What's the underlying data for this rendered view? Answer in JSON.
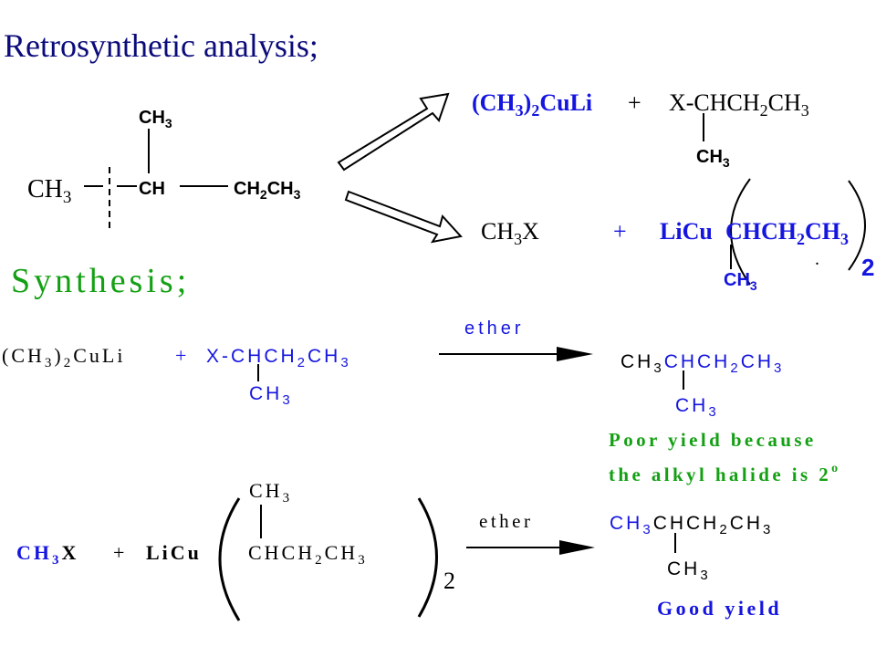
{
  "headings": {
    "retro": "Retrosynthetic analysis;",
    "synthesis": "Synthesis;"
  },
  "colors": {
    "heading_blue": "#0b0b7a",
    "reagent_blue": "#1515e0",
    "comment_green": "#14a014",
    "text_black": "#000000"
  },
  "retro": {
    "target": {
      "branch_ch3": "CH",
      "branch_ch3_sub": "3",
      "methyl": "CH",
      "methyl_sub": "3",
      "center": "CH",
      "ethyl_1": "CH",
      "ethyl_1_sub": "2",
      "ethyl_2": "CH",
      "ethyl_2_sub": "3"
    },
    "route_a": {
      "cuprate_open": "(CH",
      "cuprate_sub1": "3",
      "cuprate_mid": ")",
      "cuprate_sub2": "2",
      "cuprate_end": "CuLi",
      "plus": "+",
      "halide_a": "X-CHCH",
      "halide_sub1": "2",
      "halide_b": "CH",
      "halide_sub2": "3",
      "branch": "CH",
      "branch_sub": "3"
    },
    "route_b": {
      "methyl_halide": "CH",
      "methyl_halide_sub": "3",
      "methyl_halide_end": "X",
      "plus": "+",
      "licu": "LiCu",
      "chain_a": "CHCH",
      "chain_sub1": "2",
      "chain_b": "CH",
      "chain_sub2": "3",
      "branch": "CH",
      "branch_sub": "3",
      "dot": ".",
      "count": "2"
    }
  },
  "synthesis": {
    "reaction_1": {
      "cuprate_a": "(CH",
      "cuprate_sub1": "3",
      "cuprate_b": ")",
      "cuprate_sub2": "2",
      "cuprate_c": "CuLi",
      "plus": "+",
      "halide_a": "X-CHCH",
      "halide_sub1": "2",
      "halide_b": "CH",
      "halide_sub2": "3",
      "halide_branch": "CH",
      "halide_branch_sub": "3",
      "arrow_label": "ether",
      "product_a": "CH",
      "product_sub1": "3",
      "product_b": "CHCH",
      "product_sub2": "2",
      "product_c": "CH",
      "product_sub3": "3",
      "product_branch": "CH",
      "product_branch_sub": "3",
      "note_line1": "Poor yield because",
      "note_line2": "the alkyl halide is 2",
      "note_degree": "o"
    },
    "reaction_2": {
      "methyl_halide": "CH",
      "methyl_halide_sub": "3",
      "methyl_halide_end": "X",
      "plus": "+",
      "licu": "LiCu",
      "chain_a": "CHCH",
      "chain_sub1": "2",
      "chain_b": "CH",
      "chain_sub2": "3",
      "chain_branch": "CH",
      "chain_branch_sub": "3",
      "count": "2",
      "arrow_label": "ether",
      "product_a": "CH",
      "product_sub1": "3",
      "product_b": "CHCH",
      "product_sub2": "2",
      "product_c": "CH",
      "product_sub3": "3",
      "product_branch": "CH",
      "product_branch_sub": "3",
      "note": "Good yield"
    }
  }
}
